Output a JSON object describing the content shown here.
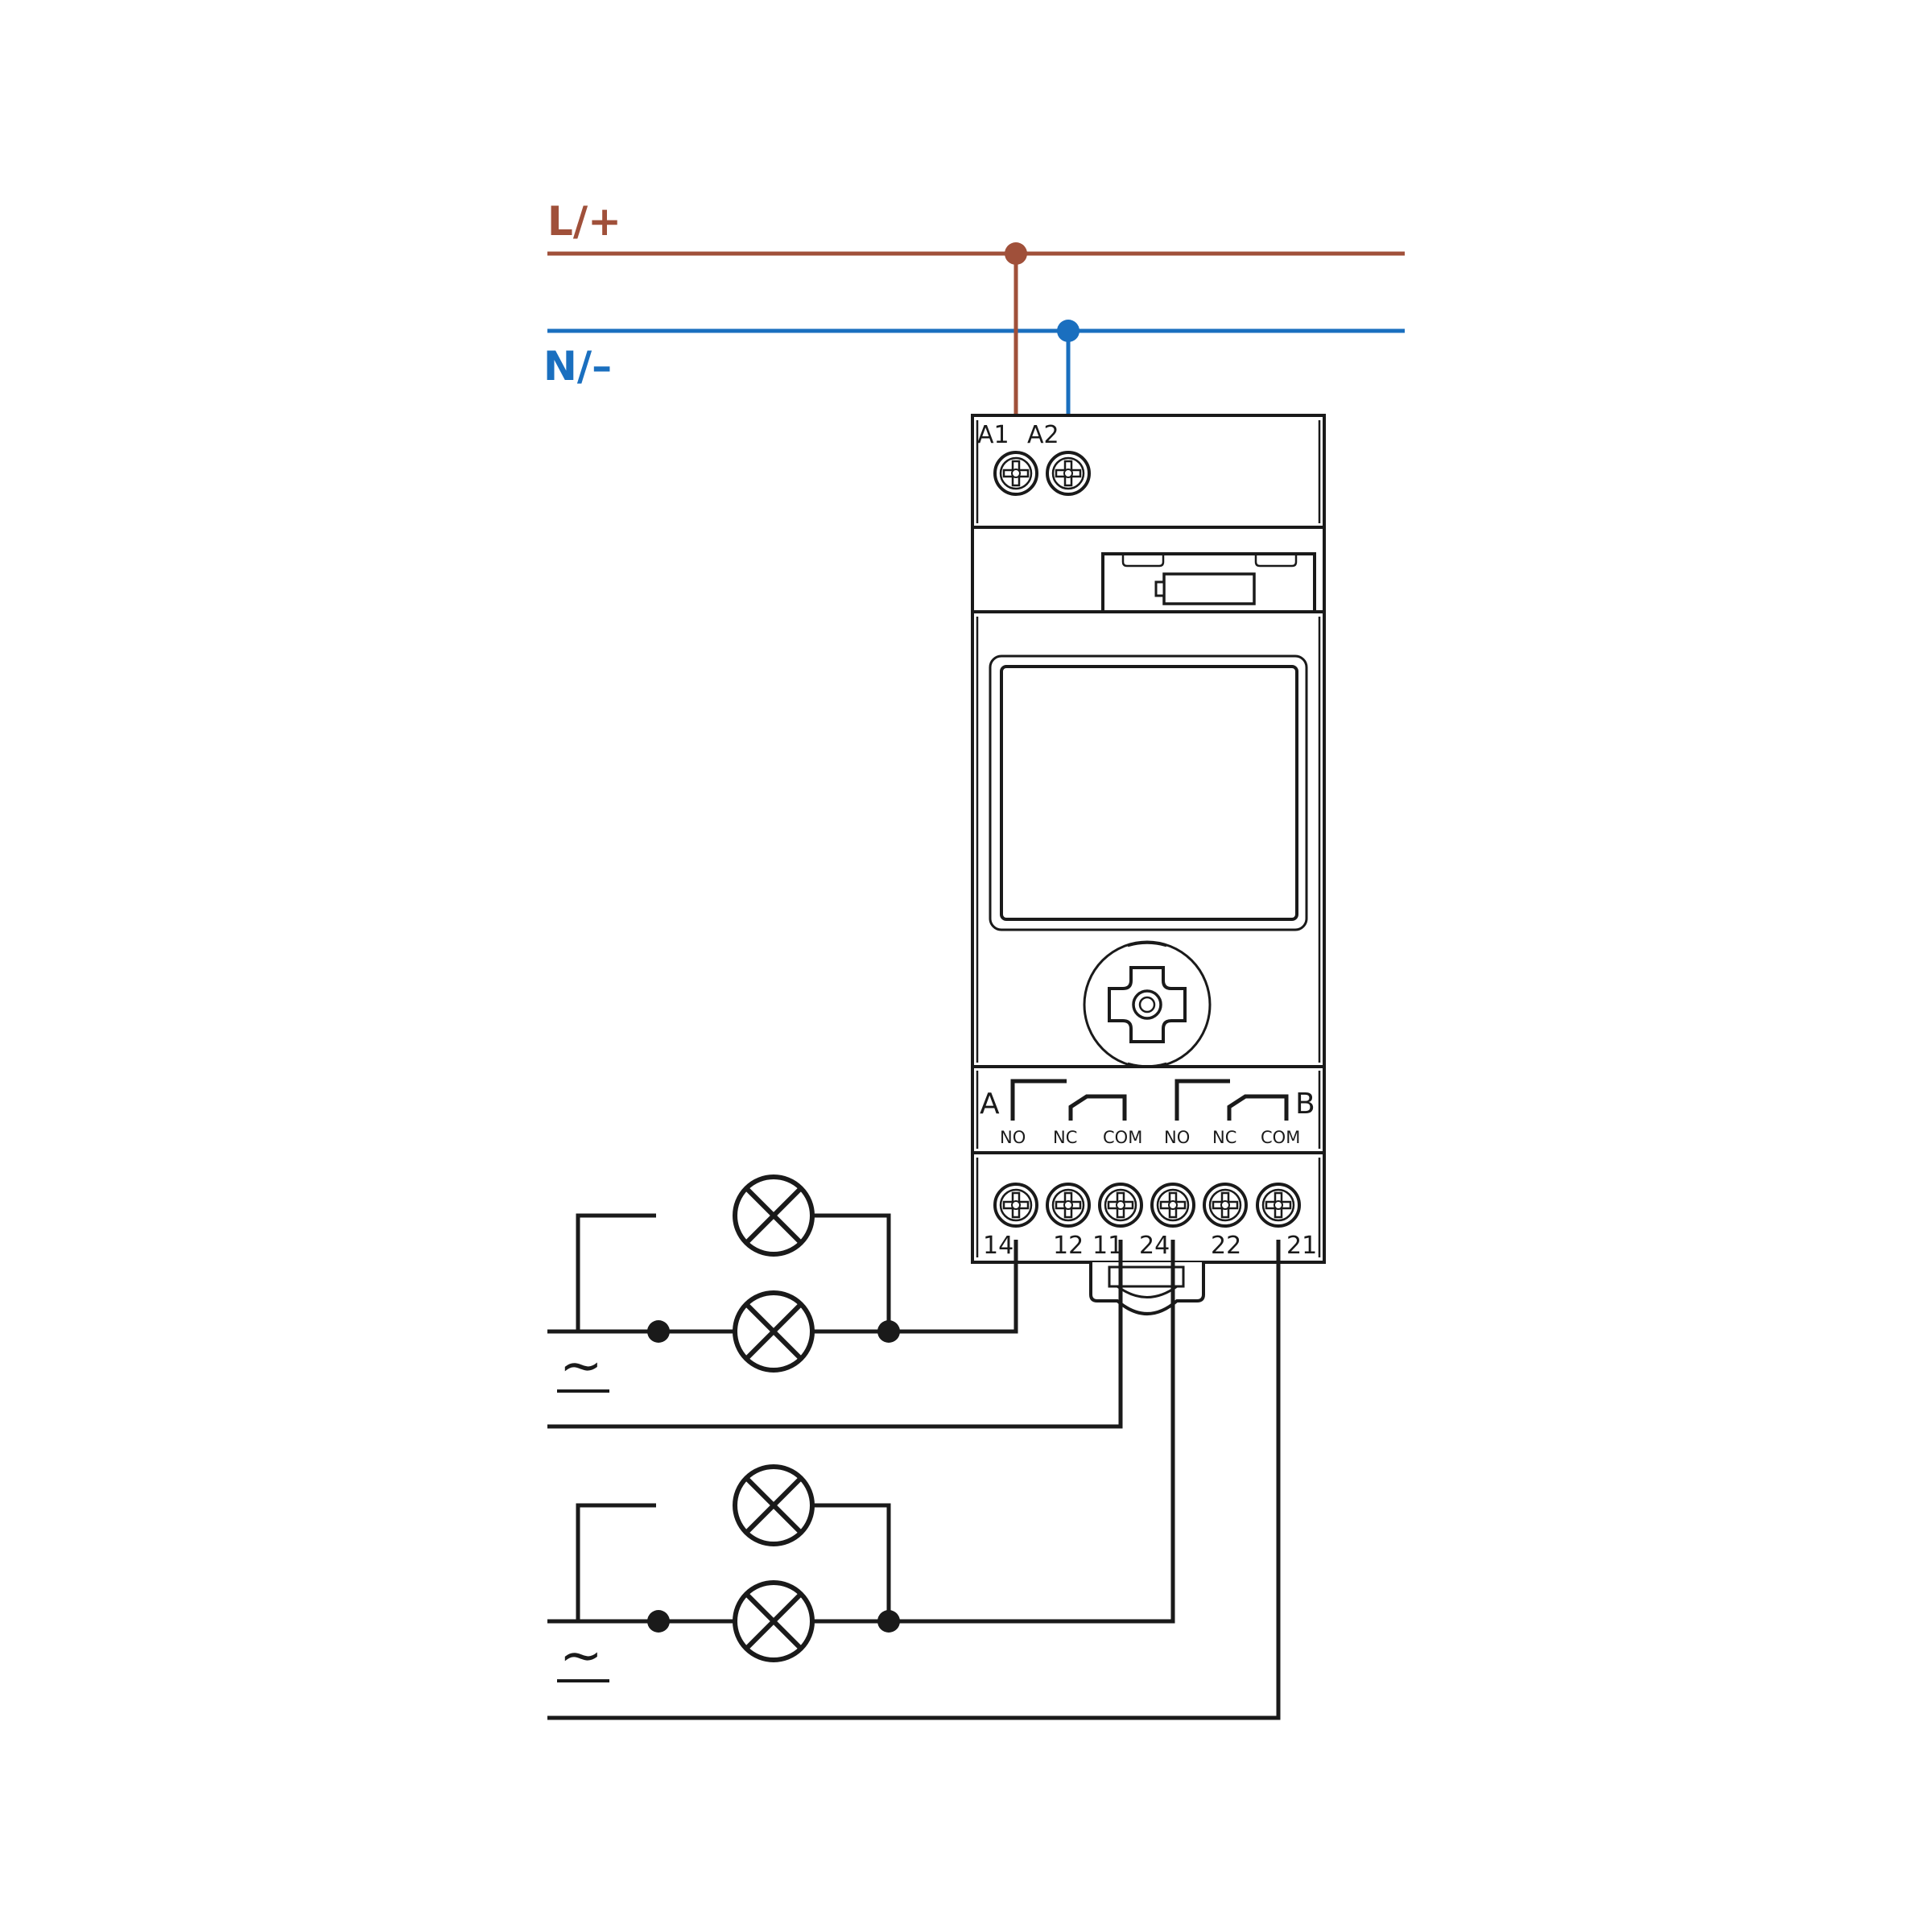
{
  "bus": {
    "line": {
      "label": "L/+",
      "color": "#a0503a"
    },
    "neutral": {
      "label": "N/–",
      "color": "#1a6fbf"
    }
  },
  "device": {
    "supply_terminals": [
      "A1",
      "A2"
    ],
    "relay_a": {
      "name": "A",
      "contacts": [
        "NO",
        "NC",
        "COM"
      ]
    },
    "relay_b": {
      "name": "B",
      "contacts": [
        "NO",
        "NC",
        "COM"
      ]
    },
    "output_terminals": [
      "14",
      "12",
      "11",
      "24",
      "22",
      "21"
    ]
  },
  "loads": {
    "ac_symbol": "∼",
    "circuit_1": {
      "lamps": 2
    },
    "circuit_2": {
      "lamps": 2
    }
  },
  "icons": [
    "screw-terminal-icon",
    "lamp-icon",
    "battery-icon",
    "knob-icon",
    "ac-source-icon"
  ]
}
